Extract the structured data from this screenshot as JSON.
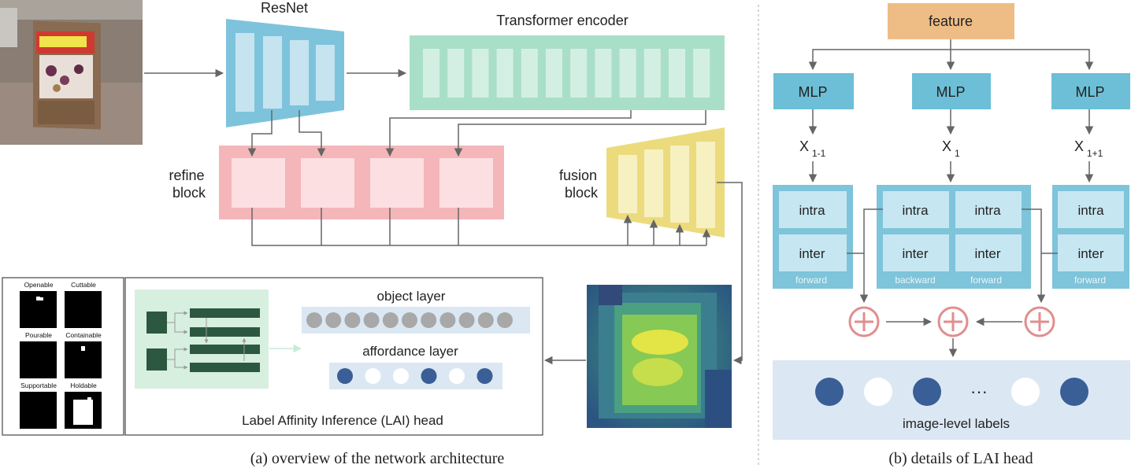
{
  "overview": {
    "resnet_label": "ResNet",
    "transformer_label": "Transformer encoder",
    "refine_label_line1": "refine",
    "refine_label_line2": "block",
    "fusion_label_line1": "fusion",
    "fusion_label_line2": "block",
    "lai_head_label": "Label Affinity Inference (LAI) head",
    "object_layer_label": "object layer",
    "affordance_layer_label": "affordance layer",
    "object_nodes": [
      0,
      0,
      0,
      0,
      0,
      0,
      0,
      0,
      0,
      0,
      0
    ],
    "affordance_nodes": [
      1,
      0,
      0,
      1,
      0,
      1
    ],
    "affordance_masks": [
      {
        "name": "Openable"
      },
      {
        "name": "Cuttable"
      },
      {
        "name": "Pourable"
      },
      {
        "name": "Containable"
      },
      {
        "name": "Supportable"
      },
      {
        "name": "Holdable"
      }
    ],
    "caption": "(a) overview of the network architecture"
  },
  "lai_details": {
    "feature_label": "feature",
    "mlp_label": "MLP",
    "x_symbol": "X",
    "x_subscripts": [
      "1-1",
      "1",
      "1+1"
    ],
    "intra_label": "intra",
    "inter_label": "inter",
    "forward_label": "forward",
    "backward_label": "backward",
    "ellipsis": "···",
    "labels_caption": "image-level labels",
    "label_nodes": [
      1,
      0,
      1,
      0,
      1
    ],
    "caption": "(b) details of LAI head"
  },
  "colors": {
    "resnet": "#7ec3dc",
    "transformer": "#a9dfc9",
    "refine": "#f4b6b9",
    "fusion": "#ecdb7d",
    "feature": "#eebd85",
    "mlp": "#6cbfd6",
    "block": "#7ec4da",
    "dark_node": "#3a5f96",
    "gray_node": "#a8a8a8",
    "plus": "#e28d8d",
    "lai_green": "#2d5840",
    "arrow": "#666666"
  }
}
